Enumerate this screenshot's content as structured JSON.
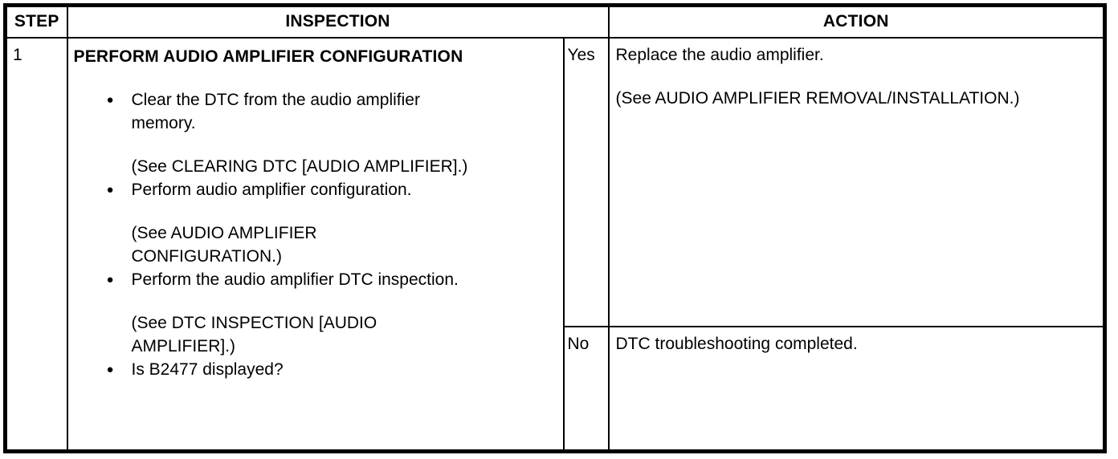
{
  "table": {
    "header": {
      "step": "STEP",
      "inspection": "INSPECTION",
      "action": "ACTION"
    },
    "row": {
      "step": "1",
      "inspection": {
        "title": "PERFORM AUDIO AMPLIFIER CONFIGURATION",
        "bullets": [
          {
            "text": "Clear the DTC from the audio amplifier\nmemory.",
            "ref": "(See CLEARING DTC [AUDIO AMPLIFIER].)"
          },
          {
            "text": "Perform audio amplifier configuration.",
            "ref": "(See AUDIO AMPLIFIER\nCONFIGURATION.)"
          },
          {
            "text": "Perform the audio amplifier DTC inspection.",
            "ref": "(See DTC INSPECTION [AUDIO\nAMPLIFIER].)"
          },
          {
            "text": "Is B2477 displayed?"
          }
        ]
      },
      "outcomes": [
        {
          "answer": "Yes",
          "action": "Replace the audio amplifier.",
          "ref": "(See AUDIO AMPLIFIER REMOVAL/INSTALLATION.)"
        },
        {
          "answer": "No",
          "action": "DTC troubleshooting completed."
        }
      ]
    },
    "bullet_glyph": "●"
  },
  "colors": {
    "border": "#000000",
    "background": "#ffffff",
    "text": "#000000"
  }
}
